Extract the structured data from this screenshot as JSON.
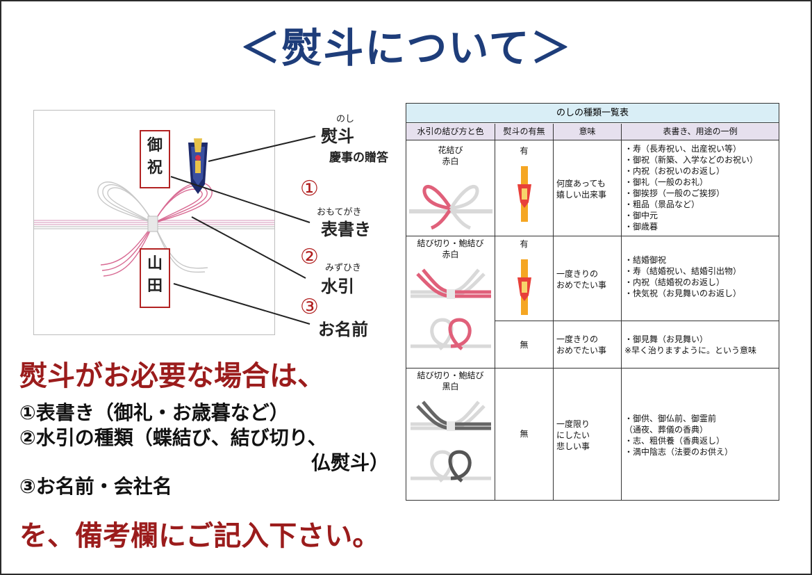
{
  "title": "＜熨斗について＞",
  "illustration": {
    "sender_chars": [
      "御",
      "祝"
    ],
    "name_chars": [
      "山",
      "田"
    ],
    "noshi": {
      "ruby": "のし",
      "label": "熨斗",
      "sub": "慶事の贈答"
    },
    "omotegaki": {
      "num": "①",
      "ruby": "おもてがき",
      "label": "表書き"
    },
    "mizuhiki": {
      "num": "②",
      "ruby": "みずひき",
      "label": "水引"
    },
    "onamae": {
      "num": "③",
      "label": "お名前"
    }
  },
  "instructions": {
    "heading": "熨斗がお必要な場合は、",
    "item1": "①表書き（御礼・お歳暮など）",
    "item2": "②水引の種類（蝶結び、結び切り、",
    "item2b": "仏熨斗）",
    "item3": "③お名前・会社名",
    "closing": "を、備考欄にご記入下さい。"
  },
  "table": {
    "title": "のしの種類一覧表",
    "headers": [
      "水引の結び方と色",
      "熨斗の有無",
      "意味",
      "表書き、用途の一例"
    ],
    "rows": [
      {
        "knot": "花結び",
        "color": "赤白",
        "noshi": "有",
        "meaning": [
          "何度あっても",
          "嬉しい出来事"
        ],
        "uses": [
          "・寿（長寿祝い、出産祝い等）",
          "・御祝（新築、入学などのお祝い）",
          "・内祝（お祝いのお返し）",
          "・御礼（一般のお礼）",
          "・御挨拶（一般のご挨拶）",
          "・粗品（景品など）",
          "・御中元",
          "・御歳暮"
        ]
      },
      {
        "knot": "結び切り・鮑結び",
        "color": "赤白",
        "noshi": "有",
        "meaning": [
          "一度きりの",
          "おめでたい事"
        ],
        "uses": [
          "・結婚御祝",
          "・寿（結婚祝い、結婚引出物）",
          "・内祝（結婚祝のお返し）",
          "・快気祝（お見舞いのお返し）"
        ]
      },
      {
        "noshi": "無",
        "meaning": [
          "一度きりの",
          "おめでたい事"
        ],
        "uses": [
          "・御見舞（お見舞い）",
          "※早く治りますように。という意味"
        ]
      },
      {
        "knot": "結び切り・鮑結び",
        "color": "黒白",
        "noshi": "無",
        "meaning": [
          "一度限り",
          "にしたい",
          "悲しい事"
        ],
        "uses": [
          "・御供、御仏前、御霊前",
          "（通夜、葬儀の香典）",
          "・志、粗供養（香典返し）",
          "・満中陰志（法要のお供え）"
        ]
      }
    ]
  },
  "colors": {
    "title": "#1e3d7a",
    "accent": "#9b1c1c",
    "header": "#e6e0ee",
    "table_title": "#d9eef6",
    "cord_red": "#e0607a",
    "cord_black": "#555555"
  }
}
